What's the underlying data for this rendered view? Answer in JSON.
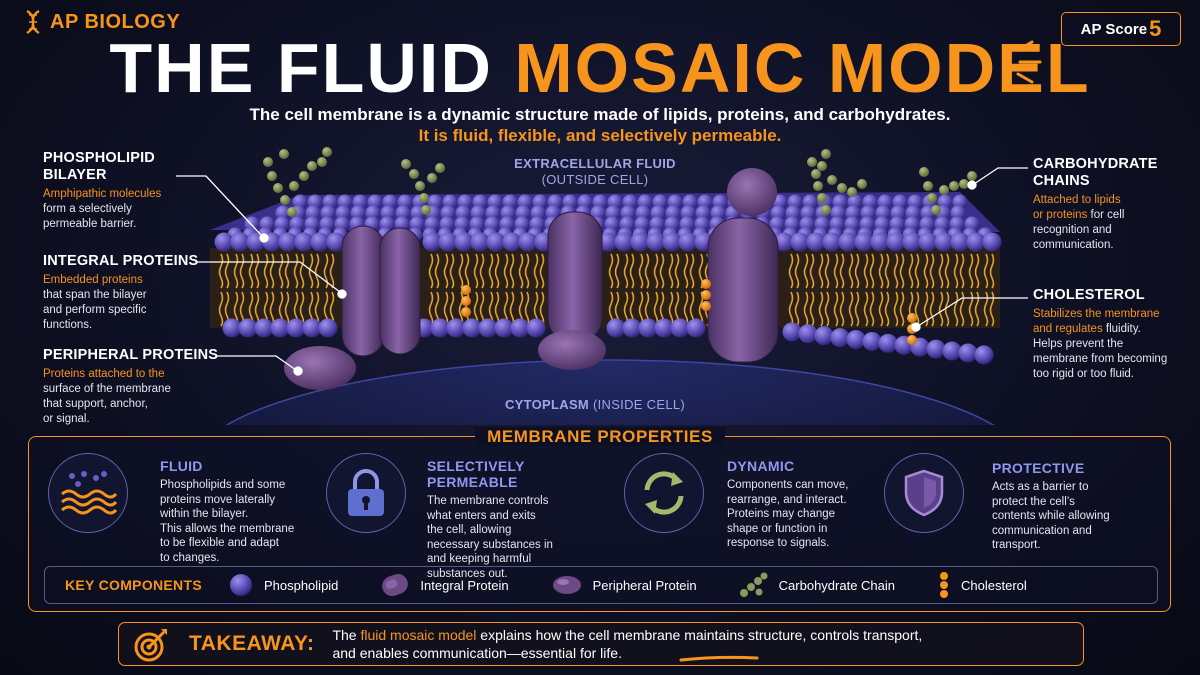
{
  "header": {
    "brand": "AP BIOLOGY",
    "title_part1": "THE FLUID",
    "title_part2": "MOSAIC MODEL",
    "subtitle_line1": "The cell membrane is a dynamic structure made of lipids, proteins, and carbohydrates.",
    "subtitle_line2": "It is fluid, flexible, and selectively permeable.",
    "badge_text": "AP Score",
    "badge_num": "5"
  },
  "diagram": {
    "extracellular": "EXTRACELLULAR FLUID",
    "extracellular_sub": "(OUTSIDE CELL)",
    "cytoplasm": "CYTOPLASM",
    "cytoplasm_sub": "(INSIDE CELL)"
  },
  "labels": {
    "phospholipid": {
      "title1": "PHOSPHOLIPID",
      "title2": "BILAYER",
      "hl": "Amphipathic molecules",
      "body1": "form a selectively",
      "body2": "permeable barrier."
    },
    "integral": {
      "title": "INTEGRAL PROTEINS",
      "hl": "Embedded proteins",
      "body1": "that span the bilayer",
      "body2": "and perform specific",
      "body3": "functions."
    },
    "peripheral": {
      "title": "PERIPHERAL PROTEINS",
      "hl": "Proteins attached to the",
      "body1": "surface of the membrane",
      "body2": "that support, anchor,",
      "body3": "or signal."
    },
    "carbohydrate": {
      "title1": "CARBOHYDRATE",
      "title2": "CHAINS",
      "hl1": "Attached to lipids",
      "hl2": "or proteins",
      "body1": " for cell",
      "body2": "recognition and",
      "body3": "communication."
    },
    "cholesterol": {
      "title": "CHOLESTEROL",
      "hl1": "Stabilizes the membrane",
      "hl2": "and regulates",
      "body1": " fluidity.",
      "body2": "Helps prevent the",
      "body3": "membrane from becoming",
      "body4": "too rigid or too fluid."
    }
  },
  "properties": {
    "title": "MEMBRANE PROPERTIES",
    "items": [
      {
        "heading": "FLUID",
        "lines": [
          "Phospholipids and some",
          "proteins move laterally",
          "within the bilayer.",
          "This allows the membrane",
          "to be flexible and adapt",
          "to changes."
        ]
      },
      {
        "heading": "SELECTIVELY PERMEABLE",
        "lines": [
          "The membrane controls",
          "what enters and exits",
          "the cell, allowing",
          "necessary substances in",
          "and keeping harmful",
          "substances out."
        ]
      },
      {
        "heading": "DYNAMIC",
        "lines": [
          "Components can move,",
          "rearrange, and interact.",
          "Proteins may change",
          "shape or function in",
          "response to signals."
        ]
      },
      {
        "heading": "PROTECTIVE",
        "lines": [
          "Acts as a barrier to",
          "protect the cell’s",
          "contents while allowing",
          "communication and",
          "transport."
        ]
      }
    ]
  },
  "key": {
    "title": "KEY COMPONENTS",
    "items": [
      "Phospholipid",
      "Integral Protein",
      "Peripheral Protein",
      "Carbohydrate Chain",
      "Cholesterol"
    ]
  },
  "takeaway": {
    "label": "TAKEAWAY:",
    "pre": "The ",
    "hl": "fluid mosaic model",
    "post": " explains how the cell membrane maintains structure, controls transport,",
    "line2": "and enables communication—essential for life."
  },
  "colors": {
    "accent": "#f7941d",
    "head": "#6a5cc4",
    "protein": "#6b4a86",
    "tail": "#e0a230",
    "carb": "#8a9a5e"
  }
}
